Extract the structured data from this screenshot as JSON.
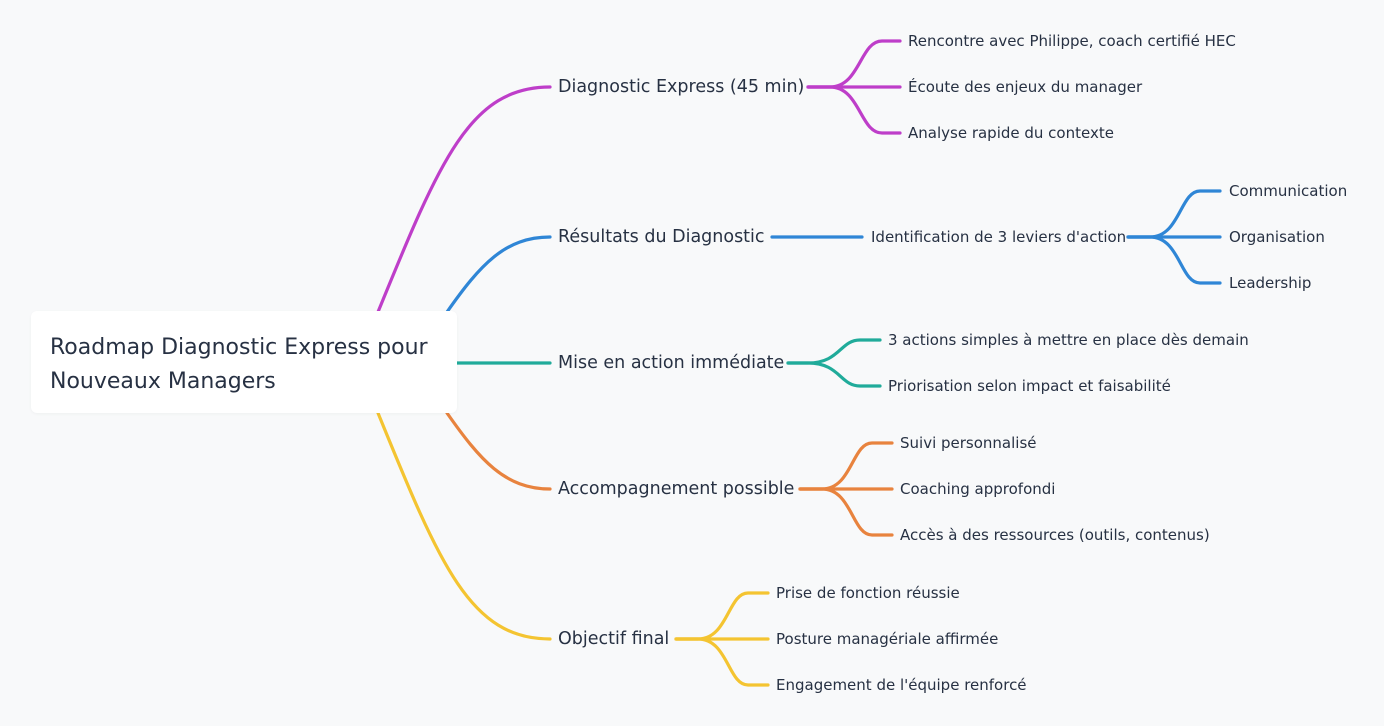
{
  "root": {
    "title_line1": "Roadmap Diagnostic Express pour",
    "title_line2": "Nouveaux Managers"
  },
  "colors": {
    "diagnostic": "#be3ec9",
    "resultats": "#2f86d6",
    "action": "#20ab9a",
    "accompagnement": "#e8833e",
    "objectif": "#f4c431"
  },
  "branches": [
    {
      "label": "Diagnostic Express (45 min)",
      "children": [
        "Rencontre avec Philippe, coach certifié HEC",
        "Écoute des enjeux du manager",
        "Analyse rapide du contexte"
      ]
    },
    {
      "label": "Résultats du Diagnostic",
      "intermediate": "Identification de 3 leviers d'action",
      "children": [
        "Communication",
        "Organisation",
        "Leadership"
      ]
    },
    {
      "label": "Mise en action immédiate",
      "children": [
        "3 actions simples à mettre en place dès demain",
        "Priorisation selon impact et faisabilité"
      ]
    },
    {
      "label": "Accompagnement possible",
      "children": [
        "Suivi personnalisé",
        "Coaching approfondi",
        "Accès à des ressources (outils, contenus)"
      ]
    },
    {
      "label": "Objectif final",
      "children": [
        "Prise de fonction réussie",
        "Posture managériale affirmée",
        "Engagement de l'équipe renforcé"
      ]
    }
  ]
}
